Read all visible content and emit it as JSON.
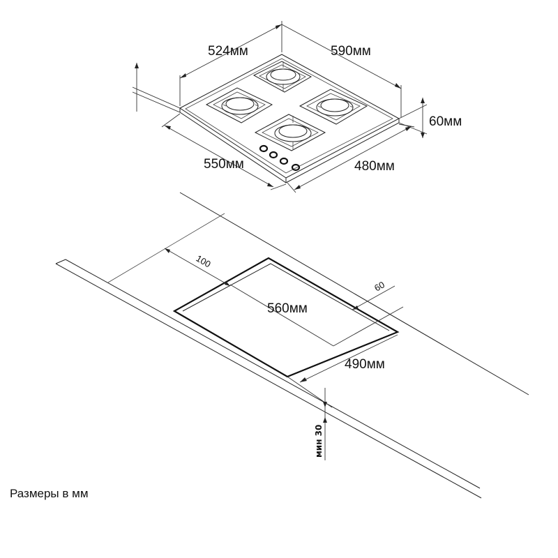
{
  "hob_dimensions": {
    "depth_top": "524мм",
    "width_top": "590мм",
    "height": "60мм",
    "width_bottom": "550мм",
    "depth_bottom": "480мм"
  },
  "cutout_dimensions": {
    "back_offset": "100",
    "front_offset": "60",
    "width": "560мм",
    "depth": "490мм",
    "min_thickness": "мин 30"
  },
  "note": "Размеры в мм"
}
